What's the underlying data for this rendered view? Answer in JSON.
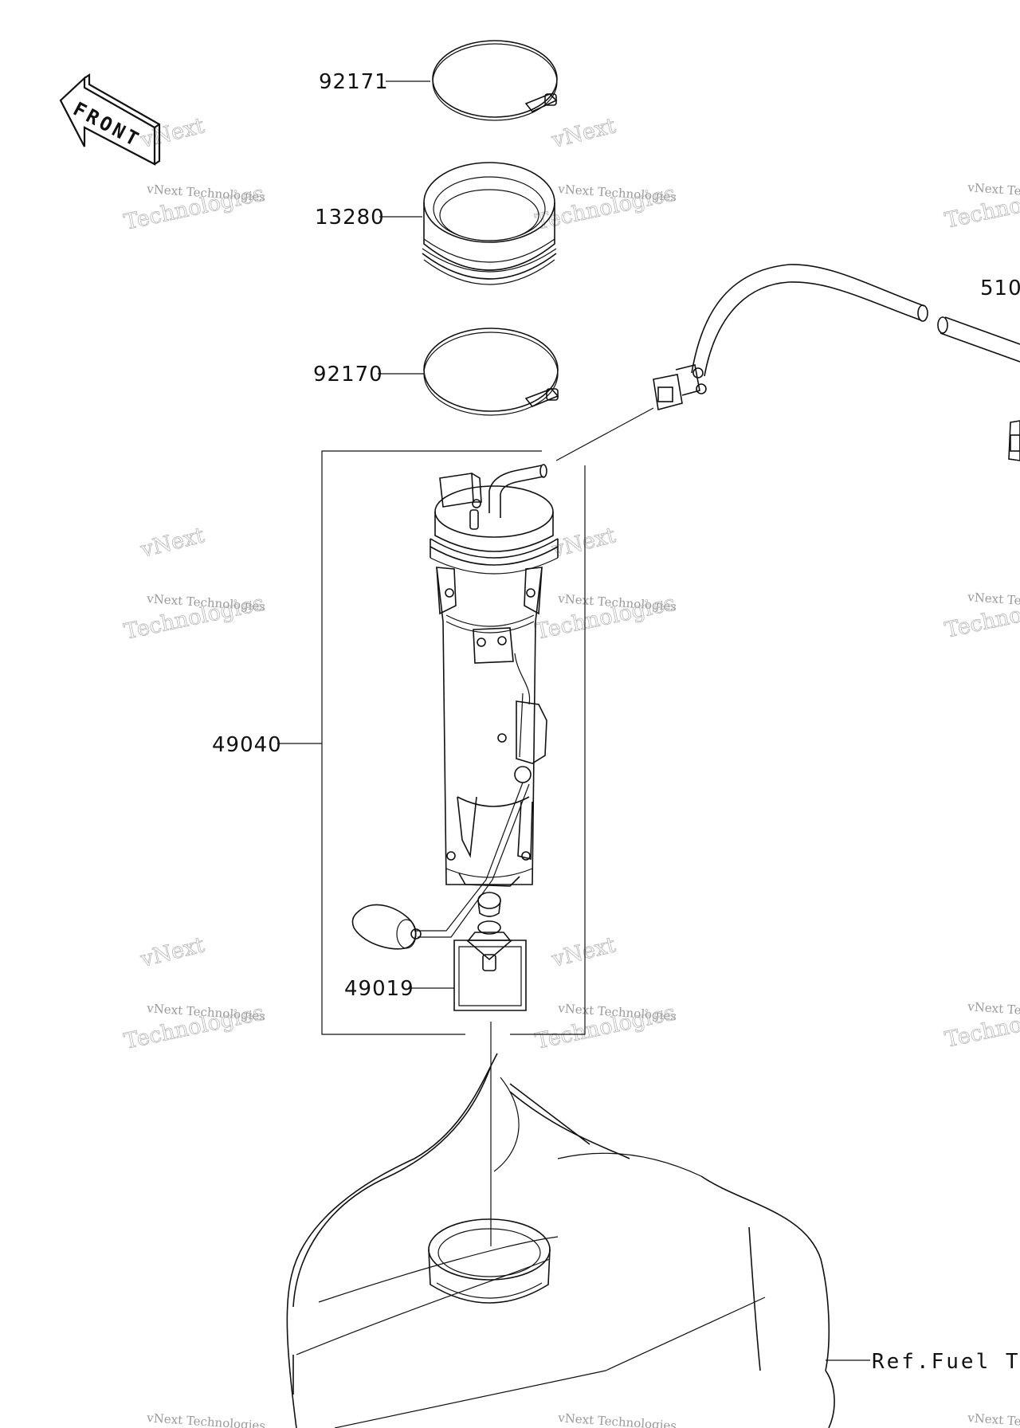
{
  "diagram": {
    "front_arrow_label": "FRONT",
    "watermark": {
      "line1": "vNext Technologies",
      "line2": "Technologies",
      "overlay": "vNext"
    },
    "part_labels": {
      "p92171": "92171",
      "p13280": "13280",
      "p92170": "92170",
      "p49040": "49040",
      "p49019": "49019",
      "p510": "510"
    },
    "reference_label": "Ref.Fuel Tan"
  }
}
